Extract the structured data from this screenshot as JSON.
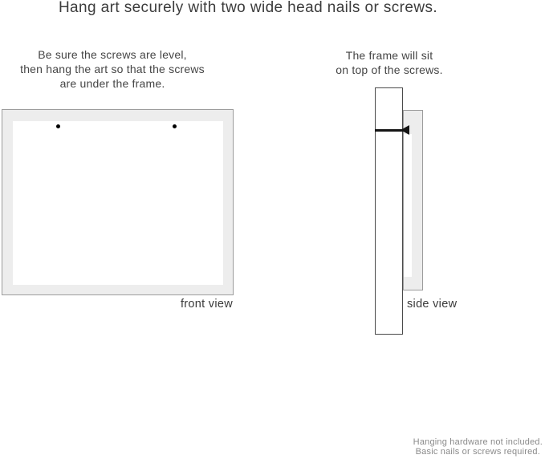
{
  "title": "Hang art securely with two wide head nails or screws.",
  "front_view": {
    "instruction_lines": [
      "Be sure the screws are level,",
      "then hang the art so that the screws",
      "are under the frame."
    ],
    "label": "front view",
    "screw_count": 2
  },
  "side_view": {
    "instruction_lines": [
      "The frame will sit",
      "on top of the screws."
    ],
    "label": "side view"
  },
  "footer": {
    "lines": [
      "Hanging hardware not included.",
      "Basic nails or screws required."
    ]
  },
  "colors": {
    "frame_fill": "#ededed",
    "frame_border": "#9c9c9c",
    "wall_border": "#4a4a4a",
    "nail": "#151515",
    "title_text": "#3c3c3c",
    "body_text": "#454545",
    "label_text": "#3a3a3a",
    "footer_text": "#8a8a8a",
    "background": "#ffffff"
  }
}
